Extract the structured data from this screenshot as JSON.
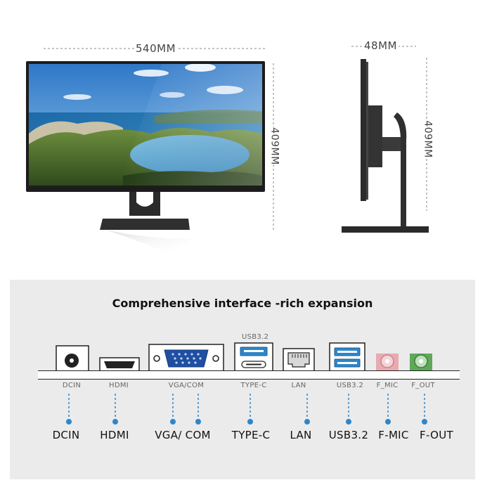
{
  "dimensions": {
    "width_label": "540MM",
    "depth_label": "48MM",
    "height_label_front": "409MM",
    "height_label_side": "409MM"
  },
  "interface_panel": {
    "title": "Comprehensive interface -rich expansion",
    "usb_top_label": "USB3.2",
    "ports": [
      {
        "small": "DCIN",
        "big": "DCIN"
      },
      {
        "small": "HDMI",
        "big": "HDMI"
      },
      {
        "small": "VGA/COM",
        "big": "VGA/ COM"
      },
      {
        "small": "TYPE-C",
        "big": "TYPE-C"
      },
      {
        "small": "LAN",
        "big": "LAN"
      },
      {
        "small": "USB3.2",
        "big": "USB3.2"
      },
      {
        "small": "F_MIC",
        "big": "F-MIC"
      },
      {
        "small": "F_OUT",
        "big": "F-OUT"
      }
    ]
  },
  "colors": {
    "accent_blue": "#2e86c8",
    "mic_pink": "#e8aab0",
    "out_green": "#5fa85a",
    "panel_bg": "#ebebeb"
  }
}
